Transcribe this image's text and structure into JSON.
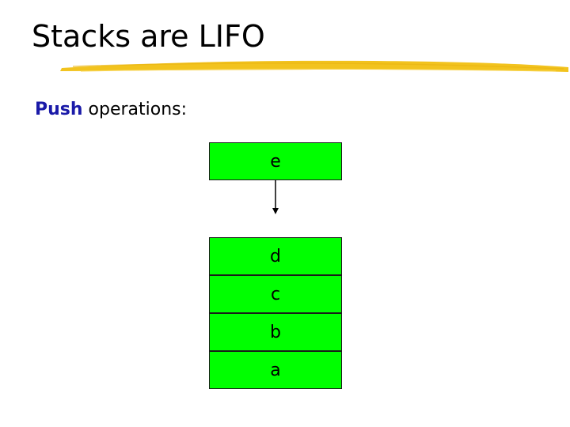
{
  "slide": {
    "title": "Stacks are LIFO",
    "subtitle_keyword": "Push",
    "subtitle_rest": " operations:"
  },
  "incoming_element": "e",
  "stack_elements": [
    "d",
    "c",
    "b",
    "a"
  ],
  "colors": {
    "cell_fill": "#00ff00",
    "cell_border": "#1a1a1a",
    "underline": "#f2c31e",
    "keyword": "#1a1aa8"
  },
  "icons": {
    "arrow": "arrow-down-icon"
  }
}
